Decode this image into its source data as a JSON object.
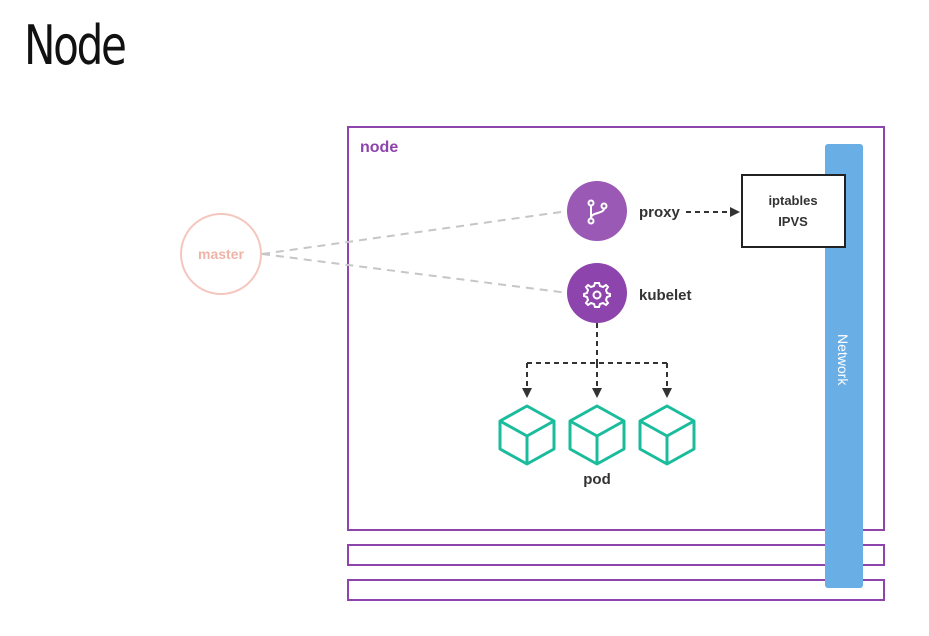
{
  "title": "Node",
  "node_label": "node",
  "master_label": "master",
  "proxy_label": "proxy",
  "kubelet_label": "kubelet",
  "iptables": {
    "line1": "iptables",
    "line2": "IPVS"
  },
  "pod_label": "pod",
  "network_label": "Network",
  "colors": {
    "purple": "#8e44ad",
    "purple_light": "#9b59b6",
    "master": "#f5c6bd",
    "master_text": "#f0b3a7",
    "network": "#6aaee6",
    "pod": "#1abc9c",
    "dashed_gray": "#c6c6c6",
    "dark": "#333333"
  },
  "icons": {
    "proxy": "git-branch-icon",
    "kubelet": "gear-icon",
    "pod": "cube-icon"
  }
}
